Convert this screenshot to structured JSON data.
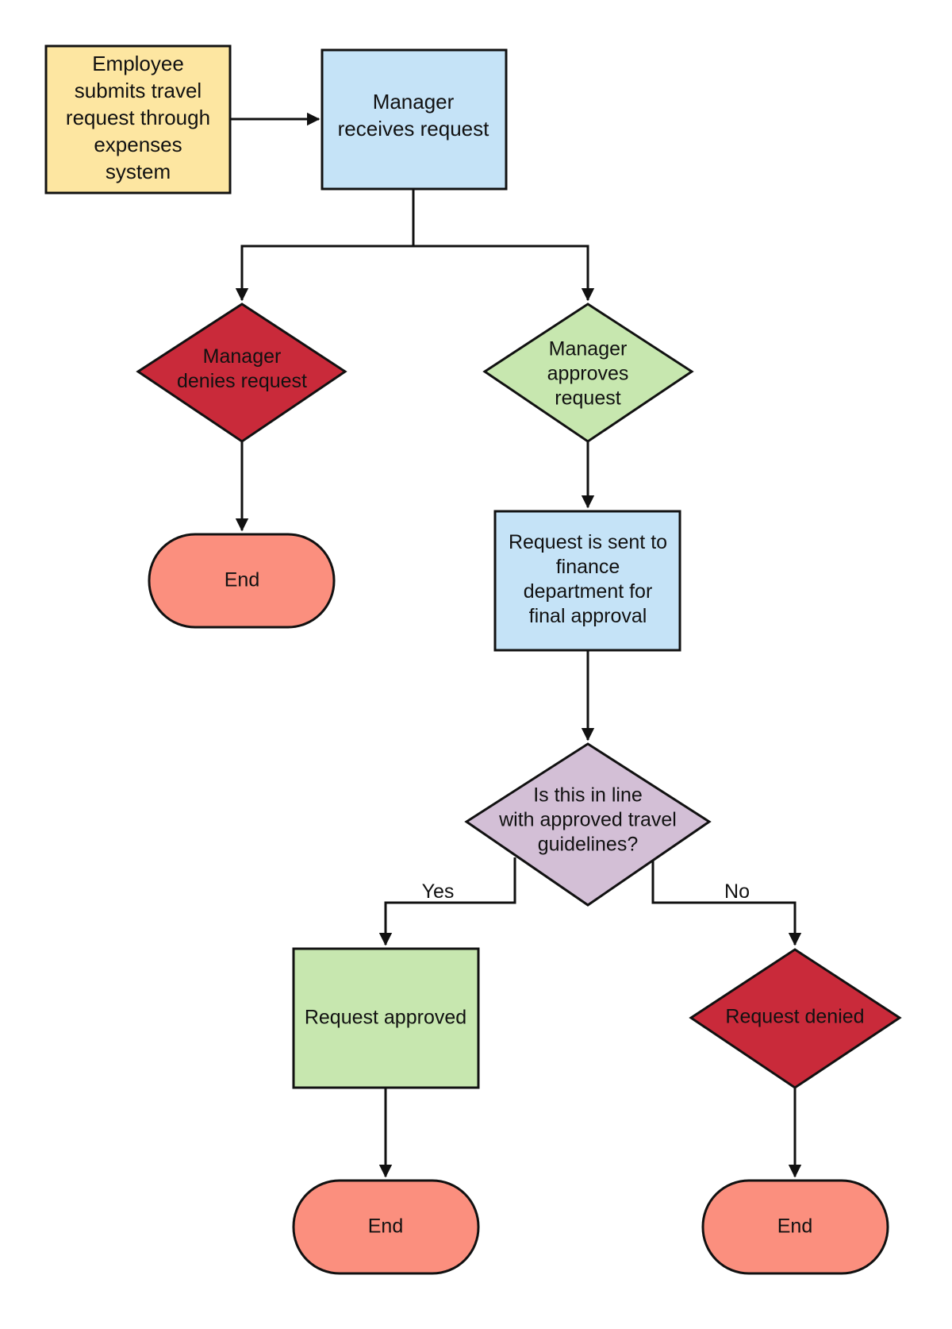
{
  "colors": {
    "start_box": "#fde6a1",
    "process_box": "#c5e3f7",
    "decision_deny": "#c92a3a",
    "decision_approve": "#c7e7af",
    "decision_question": "#d3bfd6",
    "approved_box": "#c7e7af",
    "end_terminal": "#fb8f7e",
    "stroke": "#111111"
  },
  "nodes": {
    "employee_submits": {
      "lines": [
        "Employee",
        "submits travel",
        "request through",
        "expenses",
        "system"
      ]
    },
    "manager_receives": {
      "lines": [
        "Manager",
        "receives request"
      ]
    },
    "manager_denies": {
      "lines": [
        "Manager",
        "denies request"
      ]
    },
    "manager_approves": {
      "lines": [
        "Manager",
        "approves",
        "request"
      ]
    },
    "end_left": {
      "lines": [
        "End"
      ]
    },
    "sent_to_finance": {
      "lines": [
        "Request is sent to",
        "finance",
        "department for",
        "final approval"
      ]
    },
    "guidelines_check": {
      "lines": [
        "Is this in line",
        "with approved travel",
        "guidelines?"
      ]
    },
    "request_approved": {
      "lines": [
        "Request approved"
      ]
    },
    "request_denied": {
      "lines": [
        "Request denied"
      ]
    },
    "end_bottom_left": {
      "lines": [
        "End"
      ]
    },
    "end_bottom_right": {
      "lines": [
        "End"
      ]
    }
  },
  "edges": {
    "yes_label": "Yes",
    "no_label": "No"
  }
}
